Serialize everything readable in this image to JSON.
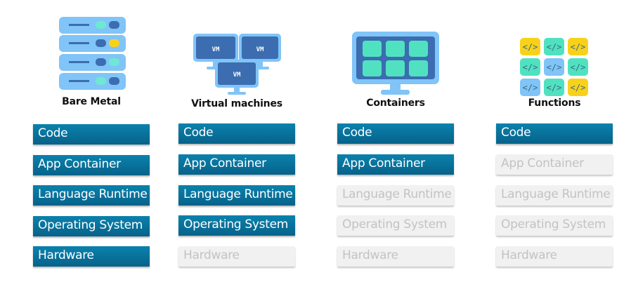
{
  "columns": [
    {
      "title": "Bare Metal",
      "icon": "server-rack-icon",
      "layers": [
        {
          "label": "Code",
          "managed_by_user": true
        },
        {
          "label": "App Container",
          "managed_by_user": true
        },
        {
          "label": "Language Runtime",
          "managed_by_user": true
        },
        {
          "label": "Operating System",
          "managed_by_user": true
        },
        {
          "label": "Hardware",
          "managed_by_user": true
        }
      ]
    },
    {
      "title": "Virtual machines",
      "icon": "virtual-machines-icon",
      "vm_label": "VM",
      "layers": [
        {
          "label": "Code",
          "managed_by_user": true
        },
        {
          "label": "App Container",
          "managed_by_user": true
        },
        {
          "label": "Language Runtime",
          "managed_by_user": true
        },
        {
          "label": "Operating System",
          "managed_by_user": true
        },
        {
          "label": "Hardware",
          "managed_by_user": false
        }
      ]
    },
    {
      "title": "Containers",
      "icon": "containers-monitor-icon",
      "layers": [
        {
          "label": "Code",
          "managed_by_user": true
        },
        {
          "label": "App Container",
          "managed_by_user": true
        },
        {
          "label": "Language Runtime",
          "managed_by_user": false
        },
        {
          "label": "Operating System",
          "managed_by_user": false
        },
        {
          "label": "Hardware",
          "managed_by_user": false
        }
      ]
    },
    {
      "title": "Functions",
      "icon": "code-functions-grid-icon",
      "code_glyph": "</>",
      "layers": [
        {
          "label": "Code",
          "managed_by_user": true
        },
        {
          "label": "App Container",
          "managed_by_user": false
        },
        {
          "label": "Language Runtime",
          "managed_by_user": false
        },
        {
          "label": "Operating System",
          "managed_by_user": false
        },
        {
          "label": "Hardware",
          "managed_by_user": false
        }
      ]
    }
  ],
  "colors": {
    "active_layer": "#0a76a0",
    "inactive_layer": "#f1f1f1",
    "inactive_text": "#c3c3c3",
    "icon_light_blue": "#80c4f8",
    "icon_dark_blue": "#3b6db0",
    "icon_teal": "#50e2c0",
    "icon_yellow": "#f8d21a"
  }
}
